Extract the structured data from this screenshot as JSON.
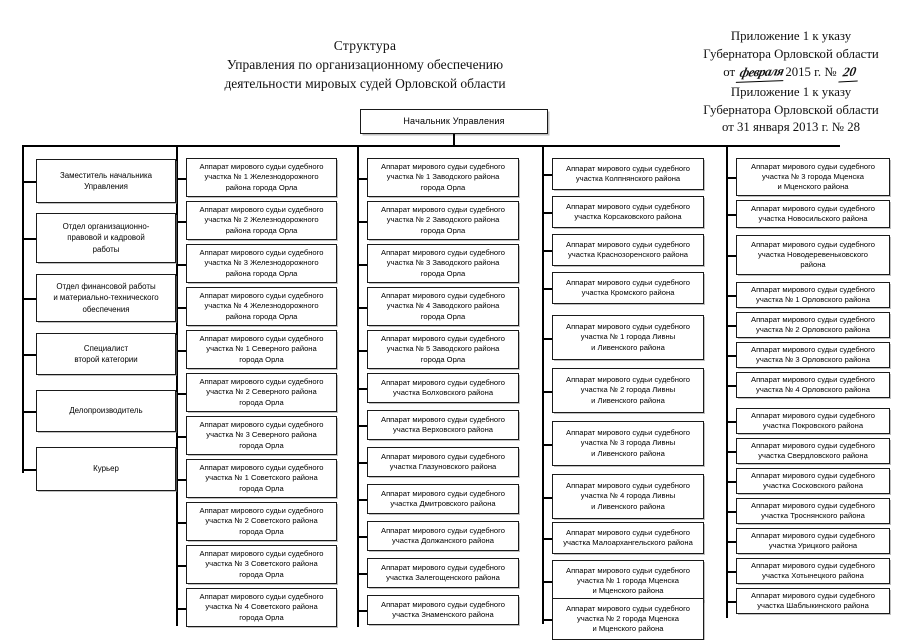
{
  "document": {
    "title_line1": "Структура",
    "title_line2": "Управления  по организационному обеспечению",
    "title_line3": "деятельности мировых судей Орловской области",
    "appendix_first": {
      "line1": "Приложение 1 к указу",
      "line2": "Губернатора Орловской области",
      "prefix": "от",
      "signature": "февраля",
      "middle": "2015 г. №",
      "number": "20"
    },
    "appendix_second": {
      "line1": "Приложение 1 к указу",
      "line2": "Губернатора Орловской области",
      "line3": "от 31 января 2013 г. № 28"
    }
  },
  "root": {
    "label": "Начальник Управления"
  },
  "columns": [
    {
      "id": "col-administration",
      "items": [
        {
          "label": "Заместитель  начальника\nУправления"
        },
        {
          "label": "Отдел организационно-\nправовой и кадровой\nработы"
        },
        {
          "label": "Отдел финансовой работы\nи материально-технического\nобеспечения"
        },
        {
          "label": "Специалист\nвторой категории"
        },
        {
          "label": "Делопроизводитель"
        },
        {
          "label": "Курьер"
        }
      ]
    },
    {
      "id": "col-zheleznodorozhny-severny-sovetsky",
      "items": [
        {
          "label": "Аппарат мирового судьи судебного\nучастка № 1 Железнодорожного\nрайона города Орла"
        },
        {
          "label": "Аппарат мирового судьи судебного\nучастка № 2 Железнодорожного\nрайона города Орла"
        },
        {
          "label": "Аппарат мирового судьи судебного\nучастка № 3 Железнодорожного\nрайона города Орла"
        },
        {
          "label": "Аппарат мирового судьи судебного\nучастка № 4 Железнодорожного\nрайона города Орла"
        },
        {
          "label": "Аппарат мирового судьи судебного\nучастка № 1 Северного  района\nгорода Орла"
        },
        {
          "label": "Аппарат мирового судьи судебного\nучастка № 2 Северного  района\nгорода Орла"
        },
        {
          "label": "Аппарат мирового судьи судебного\nучастка № 3 Северного  района\nгорода Орла"
        },
        {
          "label": "Аппарат мирового судьи судебного\nучастка № 1 Советского района\nгорода Орла"
        },
        {
          "label": "Аппарат мирового судьи судебного\nучастка № 2 Советского района\nгорода Орла"
        },
        {
          "label": "Аппарат мирового судьи судебного\nучастка № 3 Советского района\nгорода Орла"
        },
        {
          "label": "Аппарат мирового судьи судебного\nучастка № 4 Советского района\nгорода Орла"
        }
      ]
    },
    {
      "id": "col-zavodskoy-districts",
      "items": [
        {
          "label": "Аппарат мирового судьи судебного\nучастка № 1 Заводского  района\nгорода Орла"
        },
        {
          "label": "Аппарат мирового судьи судебного\nучастка № 2 Заводского  района\nгорода Орла"
        },
        {
          "label": "Аппарат мирового судьи судебного\nучастка № 3 Заводского  района\nгорода Орла"
        },
        {
          "label": "Аппарат мирового судьи судебного\nучастка № 4 Заводского  района\nгорода Орла"
        },
        {
          "label": "Аппарат мирового судьи судебного\nучастка № 5 Заводского  района\nгорода Орла"
        },
        {
          "label": "Аппарат мирового судьи судебного\nучастка Болховского района"
        },
        {
          "label": "Аппарат мирового судьи судебного\nучастка Верховского района"
        },
        {
          "label": "Аппарат мирового судьи судебного\nучастка Глазуновского района"
        },
        {
          "label": "Аппарат мирового судьи судебного\nучастка Дмитровского района"
        },
        {
          "label": "Аппарат мирового судьи судебного\nучастка Должанского района"
        },
        {
          "label": "Аппарат мирового судьи судебного\nучастка Залегощенского района"
        },
        {
          "label": "Аппарат мирового судьи судебного\nучастка Знаменского района"
        }
      ]
    },
    {
      "id": "col-kolpnyansky-livny-mtsensk",
      "items": [
        {
          "label": "Аппарат мирового судьи судебного\nучастка Колпнянского района"
        },
        {
          "label": "Аппарат мирового судьи судебного\nучастка Корсаковского района"
        },
        {
          "label": "Аппарат мирового судьи судебного\nучастка Краснозоренского района"
        },
        {
          "label": "Аппарат мирового судьи судебного\nучастка Кромского района"
        },
        {
          "label": "Аппарат мирового судьи судебного\nучастка № 1 города Ливны\nи Ливенского района"
        },
        {
          "label": "Аппарат мирового судьи судебного\nучастка № 2 города Ливны\nи Ливенского района"
        },
        {
          "label": "Аппарат мирового судьи судебного\nучастка № 3 города Ливны\nи Ливенского района"
        },
        {
          "label": "Аппарат мирового судьи судебного\nучастка № 4 города Ливны\nи Ливенского района"
        },
        {
          "label": "Аппарат мирового судьи судебного\nучастка Малоархангельского района"
        },
        {
          "label": "Аппарат мирового судьи судебного\nучастка № 1 города Мценска\nи Мценского района"
        },
        {
          "label": "Аппарат мирового судьи судебного\nучастка № 2 города Мценска\nи Мценского района"
        }
      ]
    },
    {
      "id": "col-orlovsky-other-districts",
      "items": [
        {
          "label": "Аппарат мирового судьи судебного\nучастка № 3 города Мценска\nи Мценского района"
        },
        {
          "label": "Аппарат мирового судьи судебного\nучастка Новосильского района"
        },
        {
          "label": "Аппарат мирового судьи судебного\nучастка Новодеревеньковского\nрайона"
        },
        {
          "label": "Аппарат мирового судьи судебного\nучастка № 1 Орловского района"
        },
        {
          "label": "Аппарат мирового судьи судебного\nучастка № 2 Орловского района"
        },
        {
          "label": "Аппарат мирового судьи судебного\nучастка № 3 Орловского района"
        },
        {
          "label": "Аппарат мирового судьи судебного\nучастка № 4 Орловского района"
        },
        {
          "label": "Аппарат мирового судьи судебного\nучастка Покровского района"
        },
        {
          "label": "Аппарат мирового судьи судебного\nучастка Свердловского района"
        },
        {
          "label": "Аппарат мирового судьи судебного\nучастка Сосковского района"
        },
        {
          "label": "Аппарат мирового судьи судебного\nучастка Троснянского района"
        },
        {
          "label": "Аппарат мирового судьи судебного\nучастка Урицкого района"
        },
        {
          "label": "Аппарат мирового судьи судебного\nучастка Хотынецкого района"
        },
        {
          "label": "Аппарат мирового судьи судебного\nучастка Шаблыкинского района"
        }
      ]
    }
  ]
}
